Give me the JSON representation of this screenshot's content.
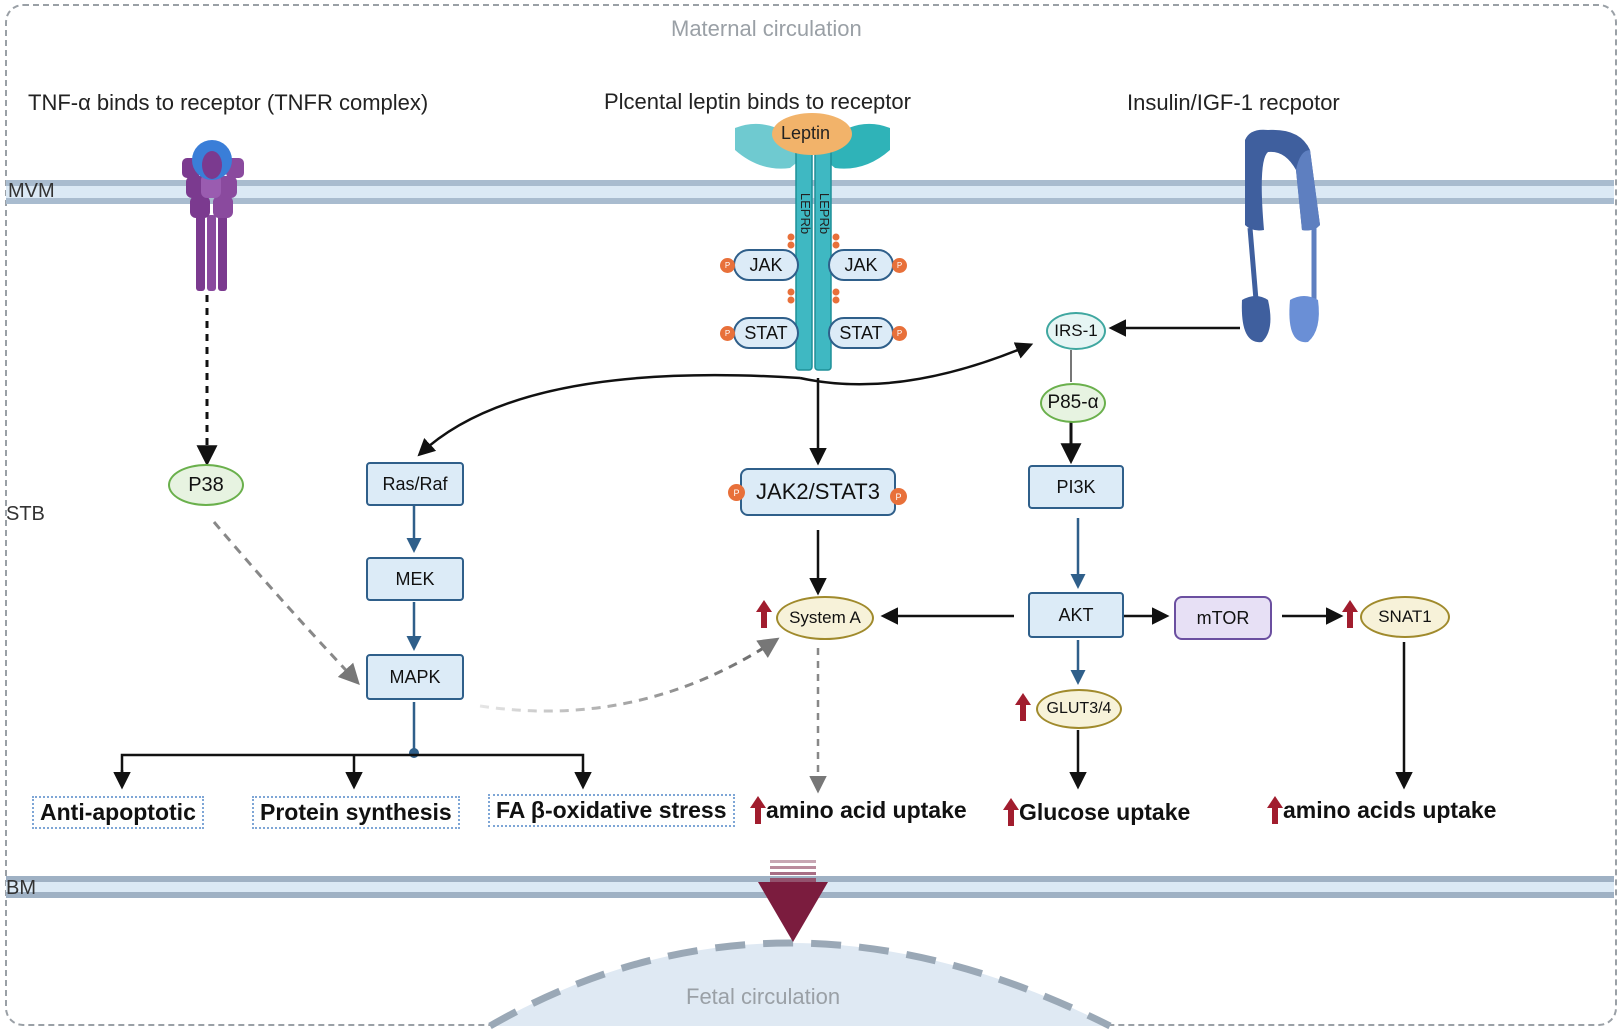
{
  "regions": {
    "maternal": "Maternal circulation",
    "fetal": "Fetal circulation",
    "mvm": "MVM",
    "stb": "STB",
    "bm": "BM"
  },
  "receptor_titles": {
    "tnf": "TNF-α binds to receptor (TNFR complex)",
    "leptin": "Plcental leptin binds to receptor",
    "insulin": "Insulin/IGF-1 recpotor"
  },
  "leptin_complex": {
    "leptin": "Leptin",
    "receptor_left": "LEPRb",
    "receptor_right": "LEPRb",
    "jak_left": "JAK",
    "jak_right": "JAK",
    "stat_left": "STAT",
    "stat_right": "STAT",
    "phospho": "P"
  },
  "nodes": {
    "p38": "P38",
    "ras_raf": "Ras/Raf",
    "mek": "MEK",
    "mapk": "MAPK",
    "jak2_stat3": "JAK2/STAT3",
    "system_a": "System A",
    "irs1": "IRS-1",
    "p85": "P85-α",
    "pi3k": "PI3K",
    "akt": "AKT",
    "mtor": "mTOR",
    "snat1": "SNAT1",
    "glut": "GLUT3/4"
  },
  "outcomes": {
    "anti_apoptotic": "Anti-apoptotic",
    "protein_synthesis": "Protein synthesis",
    "fa_oxidative": "FA β-oxidative stress",
    "amino_acid_uptake": "amino acid uptake",
    "glucose_uptake": "Glucose uptake",
    "amino_acids_uptake": "amino acids uptake"
  },
  "colors": {
    "membrane": "#b3c3d3",
    "membrane_fill": "#dbe9f5",
    "box_fill": "#dcebf7",
    "box_border": "#2f5f8a",
    "leptin_receptor": "#3fb8c2",
    "leptin": "#f2b36a",
    "tnfr": "#7b3a8f",
    "tnfr_top": "#3a7ed8",
    "insulin_receptor": "#3f5f9e",
    "phospho": "#e8703a",
    "up_arrow": "#a11d2e",
    "bm_arrow": "#7b1c3e",
    "p38_border": "#6ab04c",
    "system_border": "#a08a2c",
    "irs_border": "#3fa7a0",
    "mtor_border": "#6b4fa0"
  }
}
